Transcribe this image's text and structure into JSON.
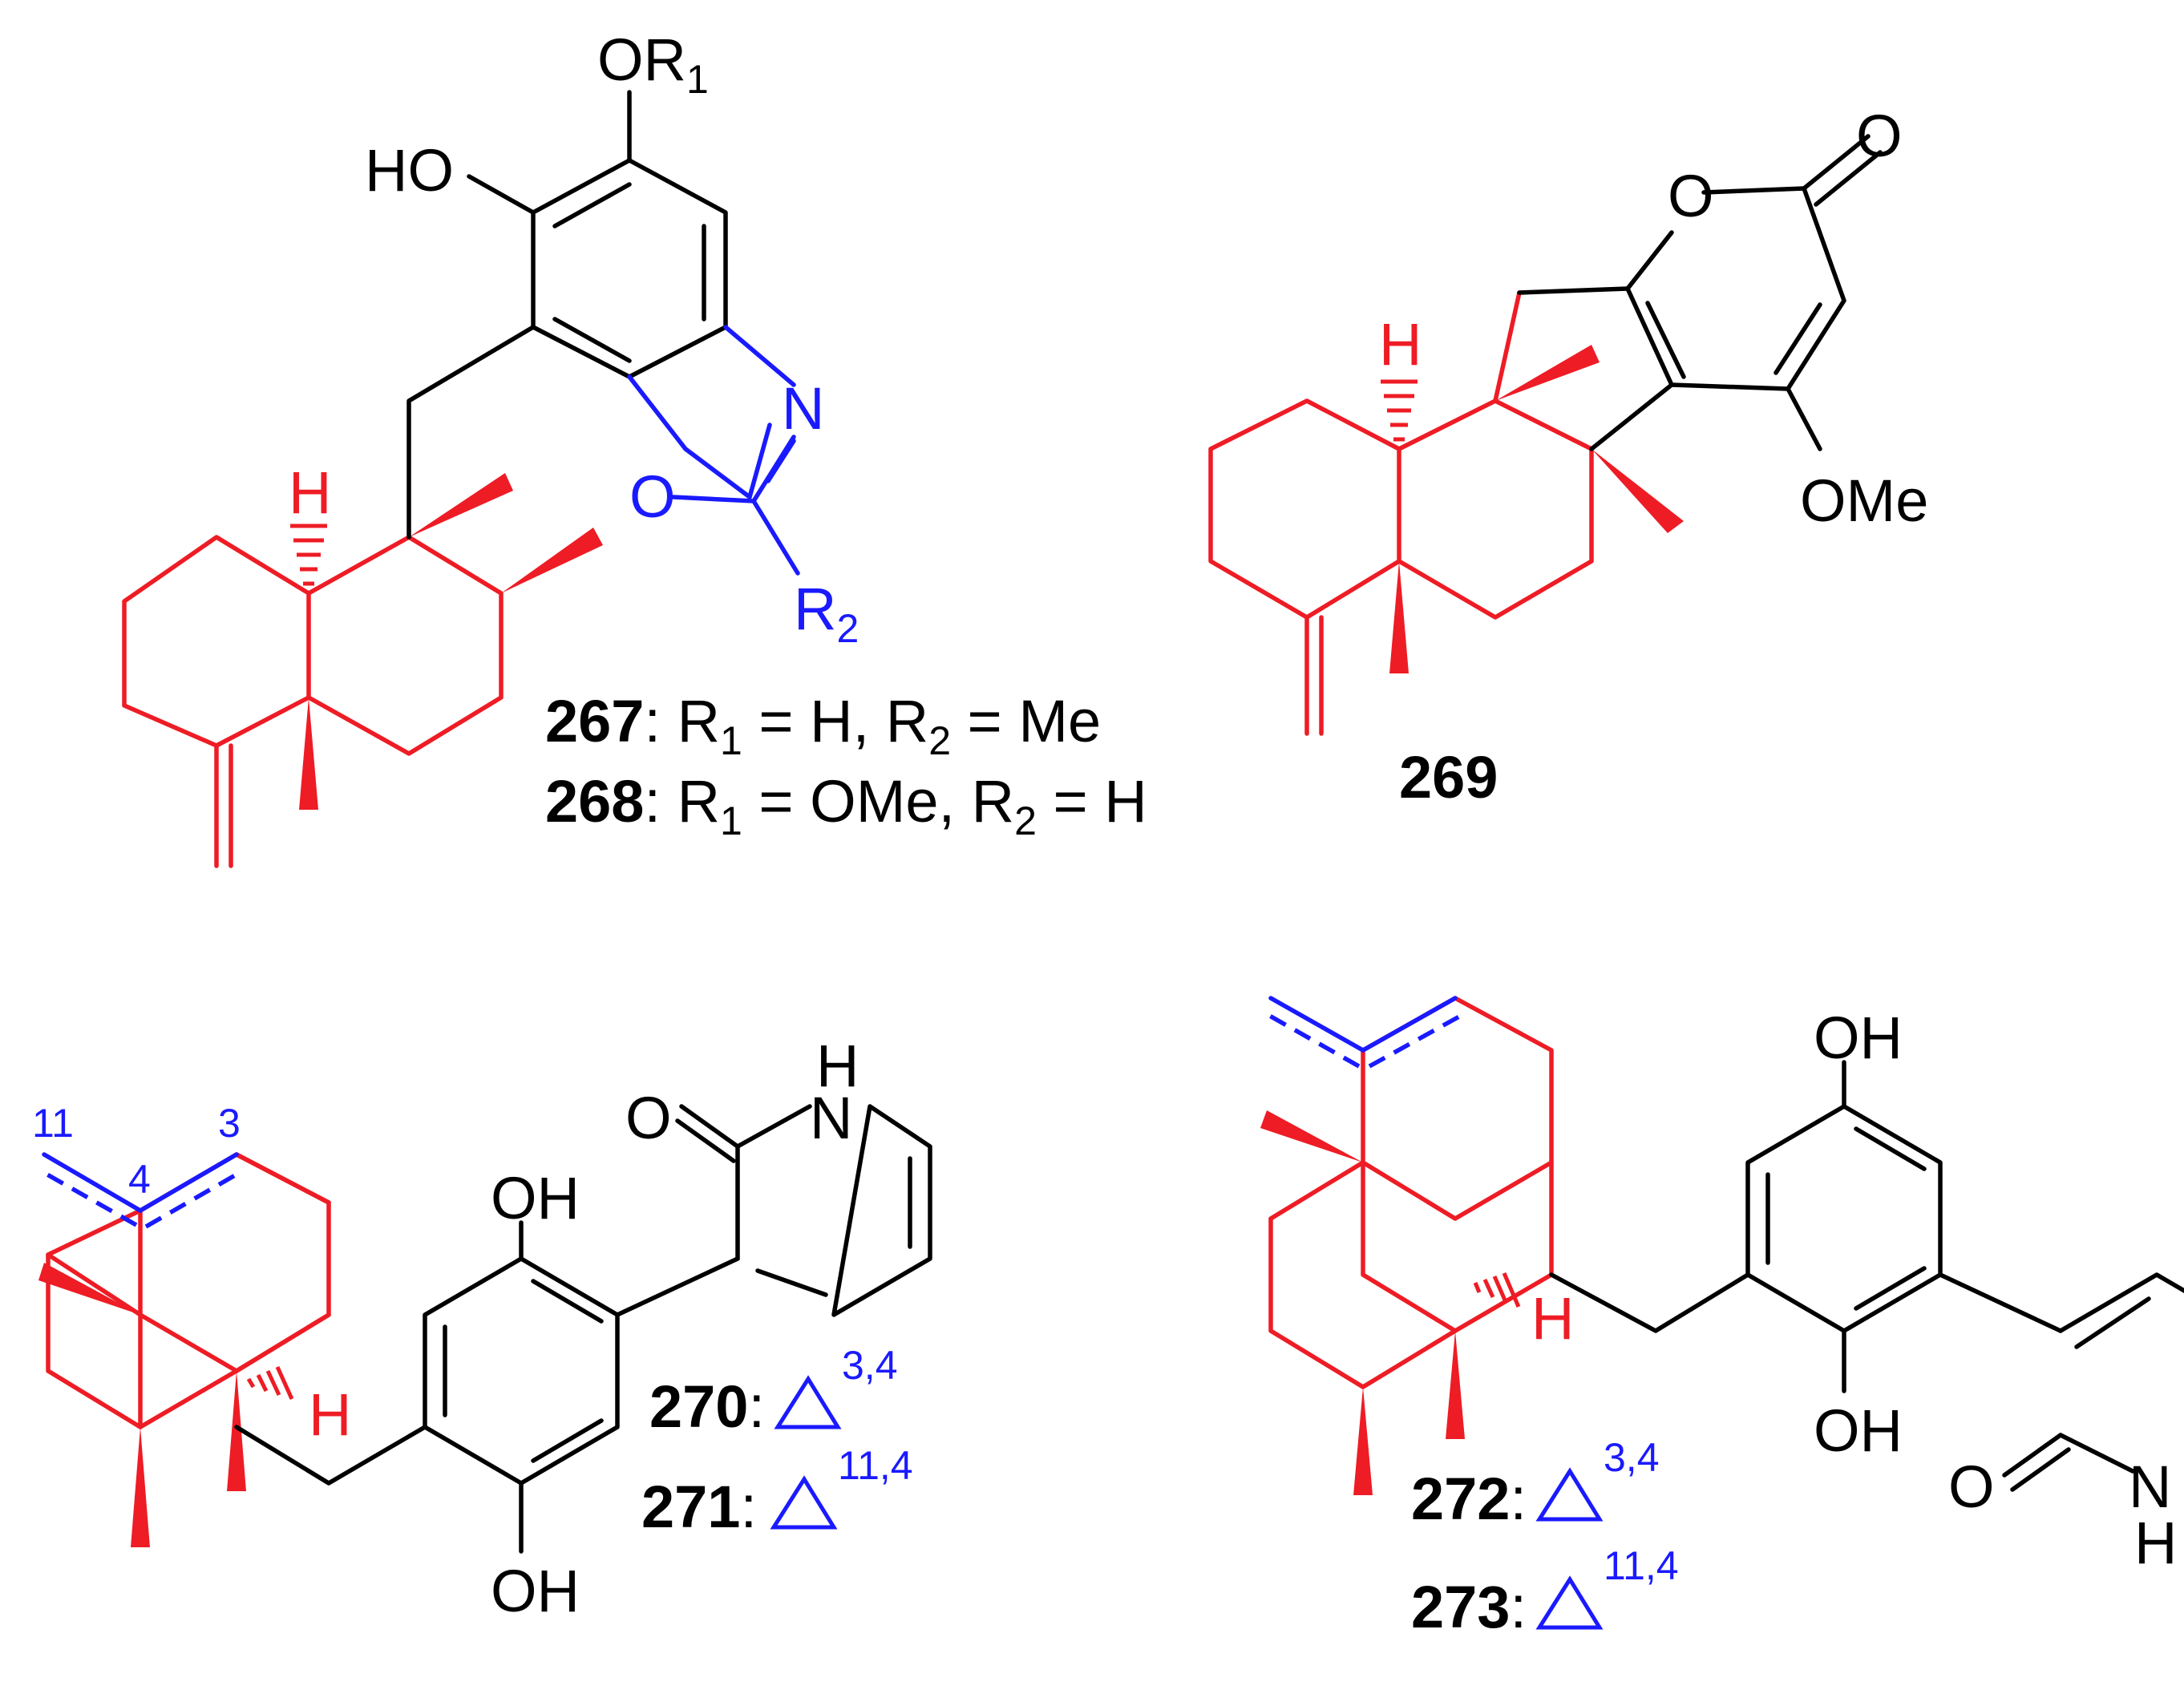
{
  "colors": {
    "black": "#000000",
    "red": "#ee1c25",
    "blue": "#1a1aff"
  },
  "labels": {
    "or": "OR",
    "r1_sub": "1",
    "ho": "HO",
    "h": "H",
    "n": "N",
    "o": "O",
    "r2": "R",
    "r2_sub": "2",
    "ome": "OMe",
    "oh": "OH",
    "nh_h": "H",
    "nh_n": "N",
    "c11": "11",
    "c3": "3",
    "c4": "4"
  },
  "captions": {
    "c267": {
      "num": "267",
      "p1": ": R",
      "s1": "1",
      "p2": " = H, R",
      "s2": "2",
      "p3": " = Me"
    },
    "c268": {
      "num": "268",
      "p1": ": R",
      "s1": "1",
      "p2": " = OMe, R",
      "s2": "2",
      "p3": " = H"
    },
    "c269": {
      "num": "269"
    },
    "c270": {
      "num": "270",
      "colon": ":",
      "sup": "3,4"
    },
    "c271": {
      "num": "271",
      "colon": ":",
      "sup": "11,4"
    },
    "c272": {
      "num": "272",
      "colon": ":",
      "sup": "3,4"
    },
    "c273": {
      "num": "273",
      "colon": ":",
      "sup": "11,4"
    }
  }
}
